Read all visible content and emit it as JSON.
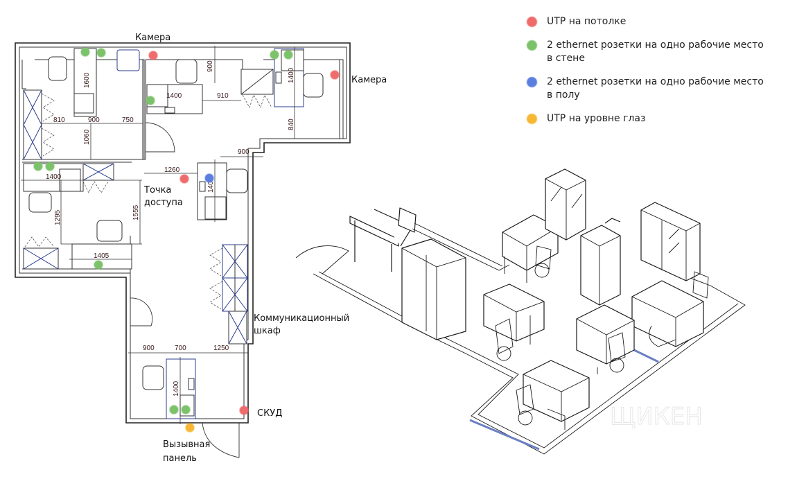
{
  "legend": {
    "items": [
      {
        "label": "UTP на потолке",
        "color": "#f06b6b",
        "icon": "red-dot"
      },
      {
        "label": "2 ethernet розетки на одно рабочие место в стене",
        "color": "#7cc26a",
        "icon": "green-dot"
      },
      {
        "label": "2 ethernet розетки на одно рабочие место в полу",
        "color": "#5b7fe0",
        "icon": "blue-dot"
      },
      {
        "label": "UTP на уровне глаз",
        "color": "#f7b733",
        "icon": "yellow-dot"
      }
    ]
  },
  "plan": {
    "labels": {
      "camera_top": "Камера",
      "camera_right": "Камера",
      "access_point_line1": "Точка",
      "access_point_line2": "доступа",
      "comm_cabinet_line1": "Коммуникационный",
      "comm_cabinet_line2": "шкаф",
      "skud": "СКУД",
      "call_panel_line1": "Вызывная",
      "call_panel_line2": "панель"
    },
    "dimensions": {
      "d1600": "1600",
      "d810": "810",
      "d900a": "900",
      "d750": "750",
      "d1060": "1060",
      "d900b": "900",
      "d1400a": "1400",
      "d910": "910",
      "d1400b": "1400",
      "d840": "840",
      "d900c": "900",
      "d1260": "1260",
      "d1400c": "1400",
      "d1400d": "1400",
      "d1295": "1295",
      "d1555": "1555",
      "d1405": "1405",
      "d900d": "900",
      "d700": "700",
      "d1250": "1250",
      "d1400e": "1400"
    },
    "markers": {
      "ceiling_utp": 4,
      "wall_ethernet": 10,
      "floor_ethernet": 1,
      "eye_level_utp": 1
    }
  },
  "iso_view": {
    "watermark": "ЩИКЕН"
  }
}
